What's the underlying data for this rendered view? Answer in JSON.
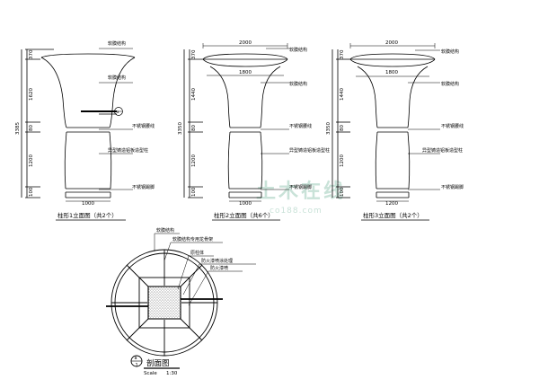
{
  "views": [
    {
      "id": "col1",
      "caption": "柱形1立面图（共2个）",
      "width_dims": [
        "1000"
      ],
      "height_dims": [
        "370",
        "1620",
        "80",
        "1200",
        "100"
      ],
      "total_dim": "3385",
      "notes": [
        "软膜结构",
        "软膜结构",
        "不锈钢腰线",
        "异型铸造铝板造型柱",
        "不锈钢踢脚"
      ]
    },
    {
      "id": "col2",
      "caption": "柱形2立面图（共6个）",
      "width_dims": [
        "2000",
        "1800",
        "1000"
      ],
      "height_dims": [
        "370",
        "1440",
        "80",
        "1200",
        "100"
      ],
      "total_dim": "3350",
      "notes": [
        "软膜结构",
        "软膜结构",
        "不锈钢腰线",
        "异型铸造铝板造型柱",
        "不锈钢踢脚"
      ]
    },
    {
      "id": "col3",
      "caption": "柱形3立面图（共2个）",
      "width_dims": [
        "2000",
        "1800",
        "1200"
      ],
      "height_dims": [
        "370",
        "1440",
        "80",
        "1200",
        "100"
      ],
      "total_dim": "3350",
      "notes": [
        "软膜结构",
        "软膜结构",
        "不锈钢腰线",
        "异型铸造铝板造型柱",
        "不锈钢踢脚"
      ]
    }
  ],
  "section": {
    "notes": [
      "软膜结构",
      "软膜结构专用龙骨架",
      "原柱体",
      "防火漆喷涂处理",
      "防火漆喷"
    ],
    "callout_letter": "a",
    "callout_number": "1",
    "title": "剖面图",
    "scale_label": "Scale",
    "scale_value": "1:30"
  },
  "watermark": {
    "cn": "土木在线",
    "url": "co188.com"
  }
}
